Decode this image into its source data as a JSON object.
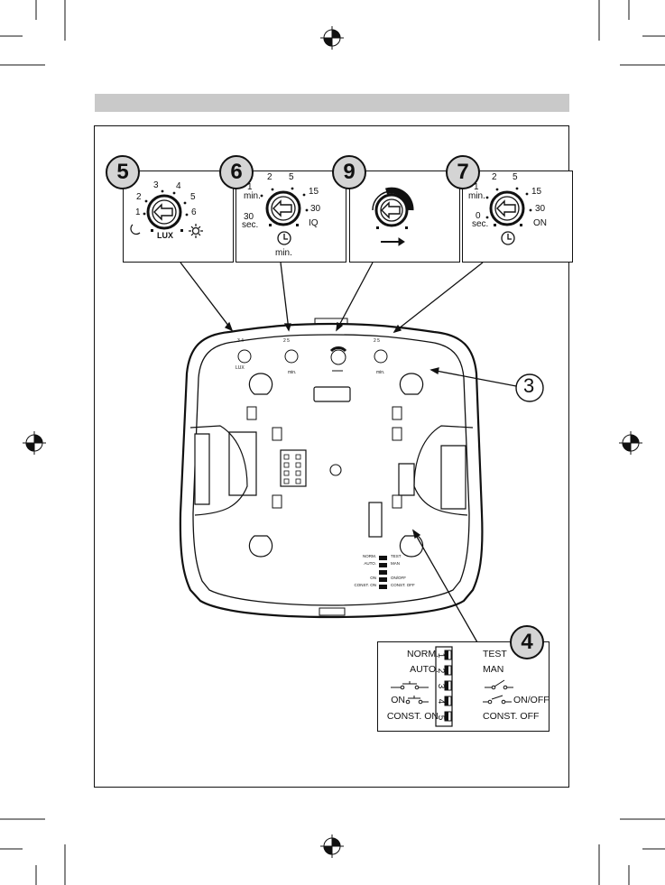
{
  "dials": {
    "d5": {
      "number": "5",
      "ticks": [
        "3",
        "4",
        "2",
        "5",
        "1",
        "6"
      ],
      "bottom": "LUX"
    },
    "d6": {
      "number": "6",
      "ticks": [
        "2",
        "5",
        "1",
        "min.",
        "15",
        "30",
        "30",
        "sec.",
        "IQ"
      ],
      "bottom": "min."
    },
    "d9": {
      "number": "9"
    },
    "d7": {
      "number": "7",
      "ticks": [
        "2",
        "5",
        "1",
        "min.",
        "15",
        "30",
        "0",
        "sec.",
        "ON"
      ]
    }
  },
  "callout3": "3",
  "switches": {
    "number": "4",
    "rows": [
      {
        "left": "NORM.",
        "num": "1",
        "right": "TEST"
      },
      {
        "left": "AUTO.",
        "num": "2",
        "right": "MAN"
      },
      {
        "left": "",
        "num": "3",
        "right": ""
      },
      {
        "left": "ON",
        "num": "4",
        "right": "ON/OFF"
      },
      {
        "left": "CONST. ON",
        "num": "5",
        "right": "CONST. OFF"
      }
    ]
  },
  "mini_switches": [
    {
      "left": "NORM.",
      "right": "TEST"
    },
    {
      "left": "AUTO.",
      "right": "MAN"
    },
    {
      "left": "",
      "right": ""
    },
    {
      "left": "ON",
      "right": "ON/OFF"
    },
    {
      "left": "CONST. ON",
      "right": "CONST. OFF"
    }
  ]
}
